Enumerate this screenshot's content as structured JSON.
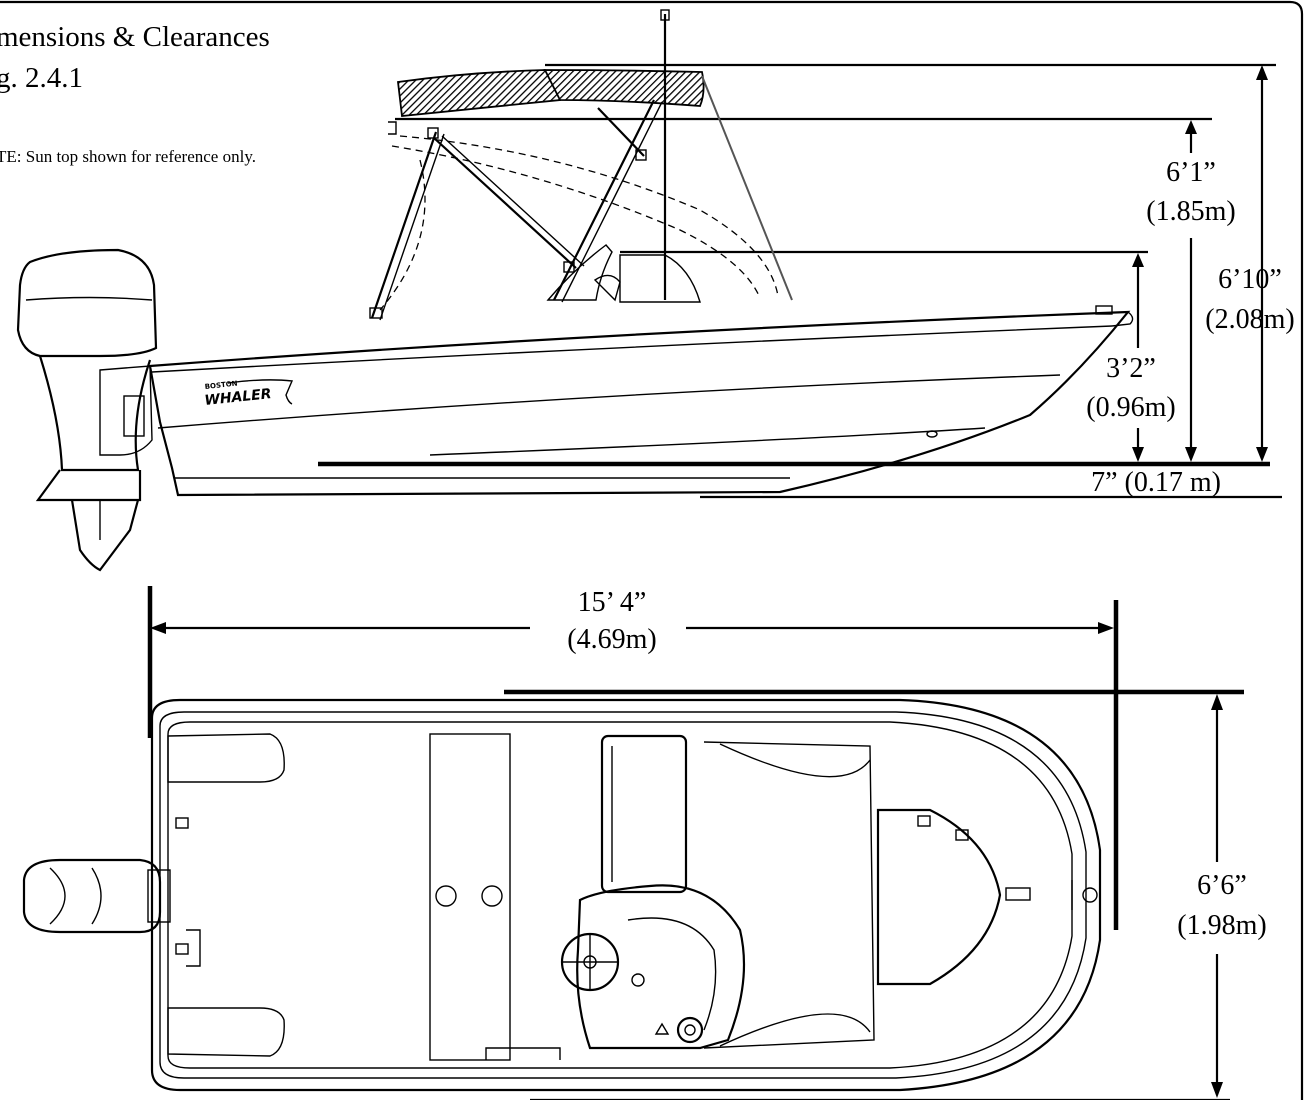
{
  "header": {
    "title": "mensions & Clearances",
    "figure": "g. 2.4.1",
    "note": "TE: Sun top shown for reference only."
  },
  "side_view": {
    "brand_small": "BOSTON",
    "brand_large": "WHALER",
    "dims": {
      "top_clear": {
        "imperial": "6’1”",
        "metric": "(1.85m)"
      },
      "overall_height": {
        "imperial": "6’10”",
        "metric": "(2.08m)"
      },
      "gunwale_height": {
        "imperial": "3’2”",
        "metric": "(0.96m)"
      },
      "draft": {
        "text": "7” (0.17 m)"
      }
    }
  },
  "top_view": {
    "dims": {
      "length": {
        "imperial": "15’ 4”",
        "metric": "(4.69m)"
      },
      "beam": {
        "imperial": "6’6”",
        "metric": "(1.98m)"
      }
    }
  },
  "colors": {
    "ink": "#000000",
    "paper": "#ffffff",
    "canopy": "#444444"
  }
}
